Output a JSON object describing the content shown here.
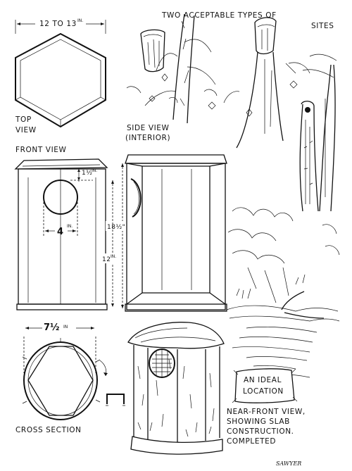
{
  "labels": {
    "top_width": "12 TO 13",
    "top_width_unit": "IN.",
    "top_view_1": "TOP",
    "top_view_2": "VIEW",
    "sites_title_1": "TWO ACCEPTABLE TYPES OF",
    "sites_title_2": "SITES",
    "side_view_1": "SIDE VIEW",
    "side_view_2": "(INTERIOR)",
    "front_view": "FRONT VIEW",
    "dim_hole_top": "1½",
    "dim_hole_top_unit": "IN.",
    "dim_hole_width": "4",
    "dim_hole_width_unit": "IN.",
    "dim_back_height": "18½\"",
    "dim_front_height": "12",
    "dim_front_height_unit": "IN.",
    "dim_cross_width": "7½",
    "dim_cross_width_unit": "IN",
    "cross_section": "CROSS SECTION",
    "ideal_location_1": "AN IDEAL",
    "ideal_location_2": "LOCATION",
    "caption_1": "NEAR-FRONT VIEW,",
    "caption_2": "SHOWING SLAB",
    "caption_3": "CONSTRUCTION.",
    "caption_4": "COMPLETED",
    "signature": "SAWYER"
  }
}
